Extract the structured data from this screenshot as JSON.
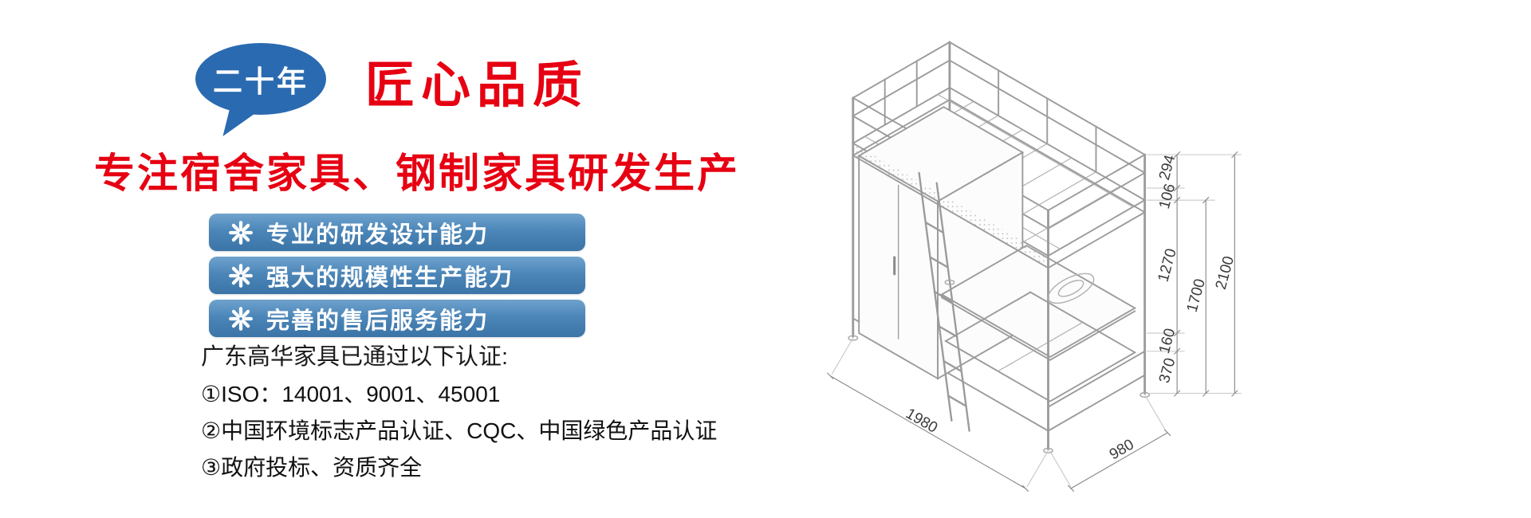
{
  "badge": {
    "text": "二十年"
  },
  "headline": {
    "title": "匠心品质",
    "subtitle": "专注宿舍家具、钢制家具研发生产"
  },
  "features": {
    "items": [
      {
        "label": "专业的研发设计能力"
      },
      {
        "label": "强大的规模性生产能力"
      },
      {
        "label": "完善的售后服务能力"
      }
    ]
  },
  "certifications": {
    "intro": "广东高华家具已通过以下认证:",
    "items": [
      "①ISO：14001、9001、45001",
      "②中国环境标志产品认证、CQC、中国绿色产品认证",
      "③政府投标、资质齐全"
    ]
  },
  "diagram": {
    "subject": "loft-bed-with-wardrobe-desk-and-ladder",
    "labels": {
      "d294": "294",
      "d106": "106",
      "d1270": "1270",
      "d1700": "1700",
      "d2100": "2100",
      "d160": "160",
      "d370": "370",
      "d1980": "1980",
      "d980": "980"
    }
  },
  "colors": {
    "accent_red": "#e60012",
    "bar_blue": "#4c86b8",
    "bubble_blue": "#2a6ab1",
    "line_gray": "#9b9b9b"
  }
}
